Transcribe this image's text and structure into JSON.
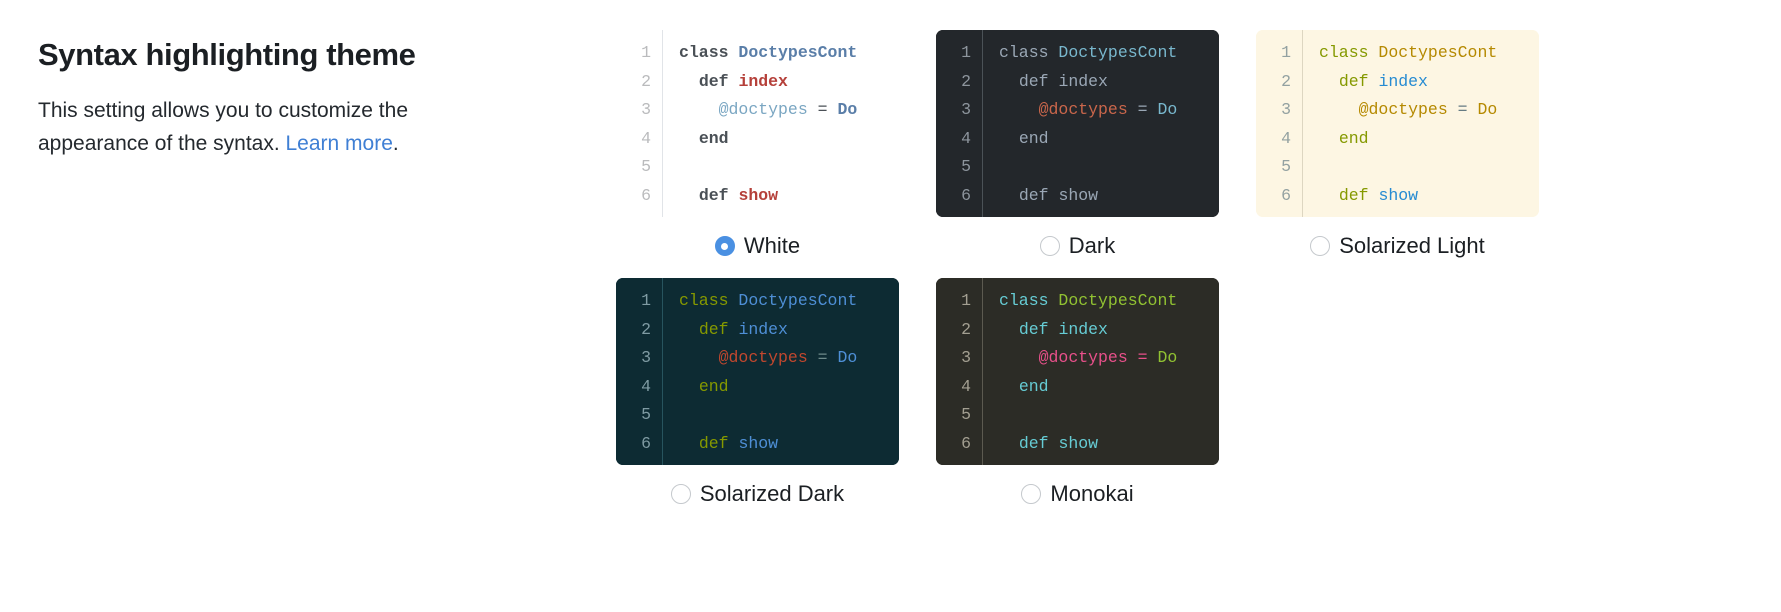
{
  "header": {
    "title": "Syntax highlighting theme",
    "description_before": "This setting allows you to customize the appearance of the syntax. ",
    "link_label": "Learn more",
    "description_after": "."
  },
  "code_sample": {
    "line_numbers": [
      "1",
      "2",
      "3",
      "4",
      "5",
      "6"
    ],
    "lines": [
      [
        {
          "t": "kw",
          "s": "class"
        },
        {
          "t": "pl",
          "s": " "
        },
        {
          "t": "cls",
          "s": "DoctypesCont"
        }
      ],
      [
        {
          "t": "pl",
          "s": "  "
        },
        {
          "t": "kw",
          "s": "def"
        },
        {
          "t": "pl",
          "s": " "
        },
        {
          "t": "fn",
          "s": "index"
        }
      ],
      [
        {
          "t": "pl",
          "s": "    "
        },
        {
          "t": "var",
          "s": "@doctypes"
        },
        {
          "t": "pl",
          "s": " "
        },
        {
          "t": "op",
          "s": "="
        },
        {
          "t": "pl",
          "s": " "
        },
        {
          "t": "cls",
          "s": "Do"
        }
      ],
      [
        {
          "t": "pl",
          "s": "  "
        },
        {
          "t": "kw",
          "s": "end"
        }
      ],
      [
        {
          "t": "pl",
          "s": ""
        }
      ],
      [
        {
          "t": "pl",
          "s": "  "
        },
        {
          "t": "kw",
          "s": "def"
        },
        {
          "t": "pl",
          "s": " "
        },
        {
          "t": "fn",
          "s": "show"
        }
      ]
    ]
  },
  "themes": [
    {
      "id": "white",
      "label": "White",
      "selected": true,
      "colors": {
        "background": "#ffffff",
        "gutter_text": "#babbbd",
        "keyword": "#4a5056",
        "class": "#5a7ea8",
        "function": "#b5403a",
        "variable": "#7aa6c2"
      }
    },
    {
      "id": "dark",
      "label": "Dark",
      "selected": false,
      "colors": {
        "background": "#23272b",
        "gutter_text": "#8d959d",
        "keyword": "#9aa7b5",
        "class": "#79b8ce",
        "function": "#9aa7b5",
        "variable": "#c9664b"
      }
    },
    {
      "id": "solarized-light",
      "label": "Solarized Light",
      "selected": false,
      "colors": {
        "background": "#fdf6e3",
        "gutter_text": "#93a1a1",
        "keyword": "#859900",
        "class": "#b58900",
        "function": "#268bd2",
        "variable": "#b58900"
      }
    },
    {
      "id": "solarized-dark",
      "label": "Solarized Dark",
      "selected": false,
      "colors": {
        "background": "#0d2b33",
        "gutter_text": "#7f9ba3",
        "keyword": "#859900",
        "class": "#4e8fd6",
        "function": "#4e8fd6",
        "variable": "#c1472e"
      }
    },
    {
      "id": "monokai",
      "label": "Monokai",
      "selected": false,
      "colors": {
        "background": "#2c2c26",
        "gutter_text": "#a39f91",
        "keyword": "#66ccd4",
        "class": "#91c232",
        "function": "#66ccd4",
        "variable": "#e8508a"
      }
    }
  ],
  "accent_color": "#4a90e2",
  "link_color": "#3f7fd4"
}
